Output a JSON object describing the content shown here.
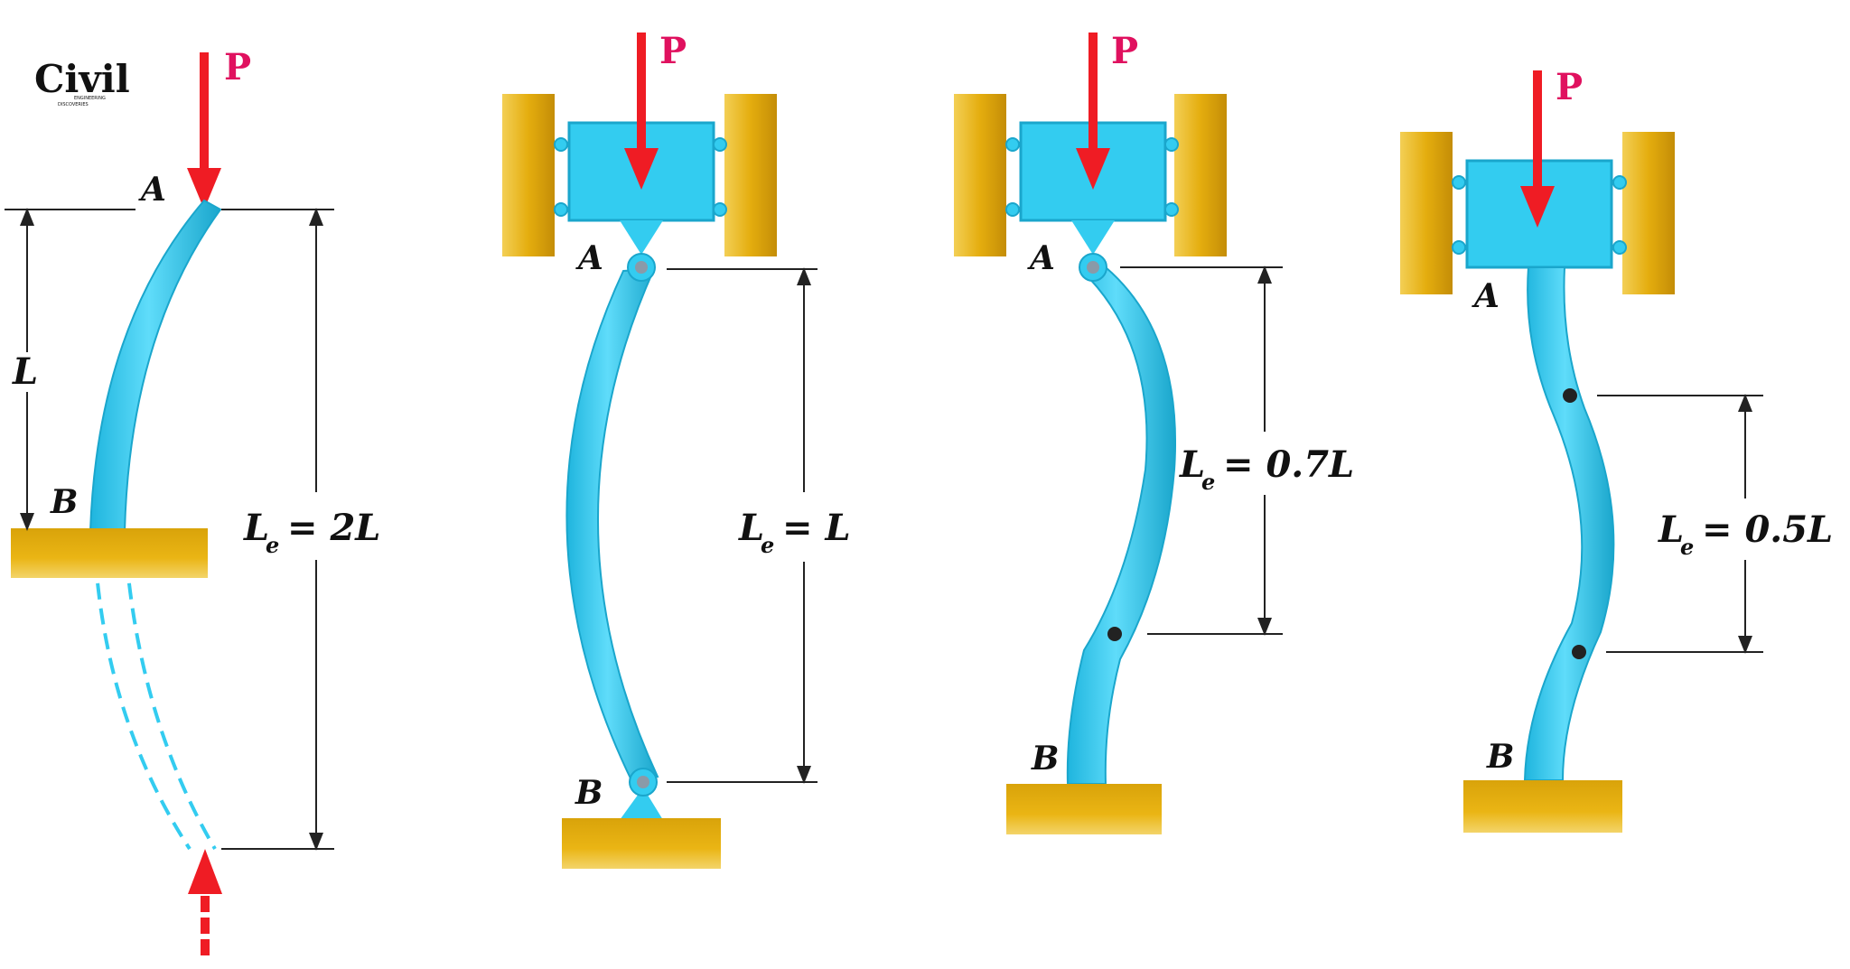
{
  "logo": {
    "main": "Civil",
    "sub1": "ENGINEERING",
    "sub2": "DISCOVERIES"
  },
  "load_label": "P",
  "point_a": "A",
  "point_b": "B",
  "length_label": "L",
  "columns": [
    {
      "le_symbol": "L",
      "le_sub": "e",
      "le_value": "= 2L"
    },
    {
      "le_symbol": "L",
      "le_sub": "e",
      "le_value": "= L"
    },
    {
      "le_symbol": "L",
      "le_sub": "e",
      "le_value": "= 0.7L"
    },
    {
      "le_symbol": "L",
      "le_sub": "e",
      "le_value": "= 0.5L"
    }
  ],
  "colors": {
    "column": "#33ccf0",
    "column_dark": "#1aa6cc",
    "support": "#e8b20c",
    "support_dark": "#c99408",
    "arrow": "#ef1c24",
    "dim": "#222222"
  }
}
